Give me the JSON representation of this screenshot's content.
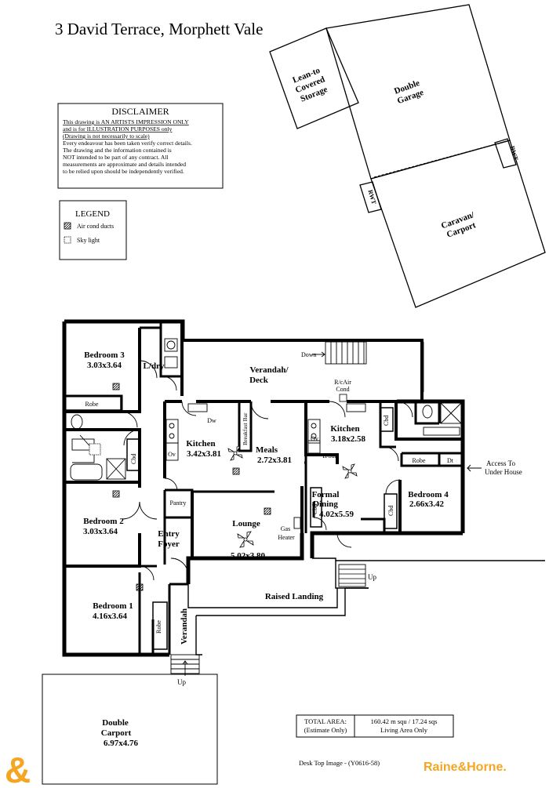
{
  "title": "3 David Terrace, Morphett Vale",
  "disclaimer": {
    "heading": "DISCLAIMER",
    "line1": "This drawing is AN ARTISTS IMPRESSION ONLY",
    "line2": "and is for ILLUSTRATION PURPOSES only",
    "line3": "(Drawing is not necessarily to scale)",
    "line4": "Every endeavour has been taken verify correct details.",
    "line5": "The drawing and the information contained is",
    "line6": "NOT intended to be part of any contract.  All",
    "line7": "measurements are approximate and details intended",
    "line8": "to be relied upon should be independently verified."
  },
  "legend": {
    "heading": "LEGEND",
    "aircon": "Air cond ducts",
    "skylight": "Sky light"
  },
  "outbuildings": {
    "lean_to_1": "Lean-to",
    "lean_to_2": "Covered",
    "lean_to_3": "Storage",
    "garage_1": "Double",
    "garage_2": "Garage",
    "caravan_1": "Caravan/",
    "caravan_2": "Carport",
    "rwt_right": "RWT",
    "rwt_left": "RWT"
  },
  "rooms": {
    "bedroom3_name": "Bedroom 3",
    "bedroom3_size": "3.03x3.64",
    "laundry": "L/dry",
    "robe_b3": "Robe",
    "verandah_deck_1": "Verandah/",
    "verandah_deck_2": "Deck",
    "down": "Down",
    "rc_aircon_1": "R/cAir",
    "rc_aircon_2": "Cond",
    "kitchen1_name": "Kitchen",
    "kitchen1_size": "3.42x3.81",
    "dw": "Dw",
    "ov1": "Ov",
    "breakfast_bar": "Breakfast Bar",
    "meals_name": "Meals",
    "meals_size": "2.72x3.81",
    "kitchen2_name": "Kitchen",
    "kitchen2_size": "3.18x2.58",
    "ov2": "Ov",
    "bbar": "B/bar",
    "cbd_top": "Cbd",
    "robe_b4": "Robe",
    "dt": "Dt",
    "access_1": "Access To",
    "access_2": "Under House",
    "cbd_bath": "Cbd",
    "pantry": "Pantry",
    "formal_1": "Formal",
    "formal_2": "Dining",
    "formal_size": "4.02x5.59",
    "cbd_dining": "Cbd",
    "cbd_b4": "Cbd",
    "bedroom4_name": "Bedroom 4",
    "bedroom4_size": "2.66x3.42",
    "bedroom2_name": "Bedroom 2",
    "bedroom2_size": "3.03x3.64",
    "entry_1": "Entry",
    "entry_2": "Foyer",
    "lounge_name": "Lounge",
    "lounge_size": "5.02x3.80",
    "gas_1": "Gas",
    "gas_2": "Heater",
    "up_landing": "Up",
    "raised_landing": "Raised Landing",
    "bedroom1_name": "Bedroom 1",
    "bedroom1_size": "4.16x3.64",
    "robe_b1": "Robe",
    "verandah_front": "Verandah",
    "up_front": "Up",
    "carport_1": "Double",
    "carport_2": "Carport",
    "carport_size": "6.97x4.76"
  },
  "area": {
    "label_1": "TOTAL AREA:",
    "label_2": "(Estimate Only)",
    "value_1": "160.42 m squ /  17.24 sqs",
    "value_2": "Living Area Only"
  },
  "footer": {
    "image_ref": "Desk Top Image - (Y0616-58)",
    "brand": "Raine&Horne.",
    "brand_color": "#f4a623"
  }
}
